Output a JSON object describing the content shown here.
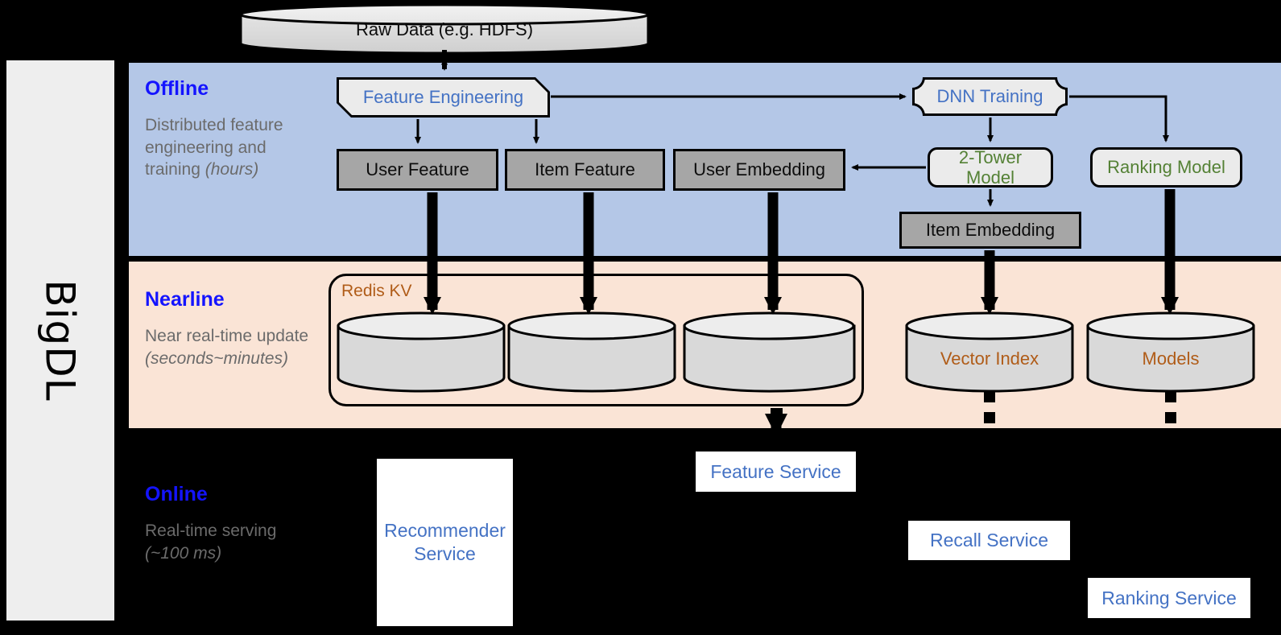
{
  "diagram": {
    "framework_label": "BigDL",
    "colors": {
      "offline_band": "#b4c7e7",
      "nearline_band": "#fae4d6",
      "online_band": "#000000",
      "band_title": "#1414ff",
      "band_subtitle": "#6b6b6b",
      "node_gray": "#a6a6a6",
      "node_light": "#ebebeb",
      "blue_text": "#4472c4",
      "green_text": "#548135",
      "orange_text": "#b05c18"
    }
  },
  "source": {
    "raw_data_label": "Raw Data (e.g. HDFS)"
  },
  "bands": {
    "offline": {
      "title": "Offline",
      "subtitle_plain": "Distributed feature engineering and training ",
      "subtitle_italic": "(hours)"
    },
    "nearline": {
      "title": "Nearline",
      "subtitle_plain": "Near real-time update ",
      "subtitle_italic": "(seconds~minutes)"
    },
    "online": {
      "title": "Online",
      "subtitle_plain": "Real-time serving ",
      "subtitle_italic": "(~100 ms)"
    }
  },
  "offline_nodes": {
    "feature_engineering": "Feature Engineering",
    "dnn_training": "DNN Training",
    "user_feature": "User Feature",
    "item_feature": "Item Feature",
    "user_embedding": "User Embedding",
    "two_tower_model": "2-Tower Model",
    "ranking_model": "Ranking Model",
    "item_embedding": "Item Embedding"
  },
  "nearline_nodes": {
    "redis_group_label": "Redis KV",
    "store_user_feature": "",
    "store_item_feature": "",
    "store_user_embedding": "",
    "vector_index": "Vector Index",
    "models": "Models"
  },
  "online_nodes": {
    "recommender_service": "Recommender Service",
    "feature_service": "Feature Service",
    "recall_service": "Recall Service",
    "ranking_service": "Ranking Service"
  }
}
